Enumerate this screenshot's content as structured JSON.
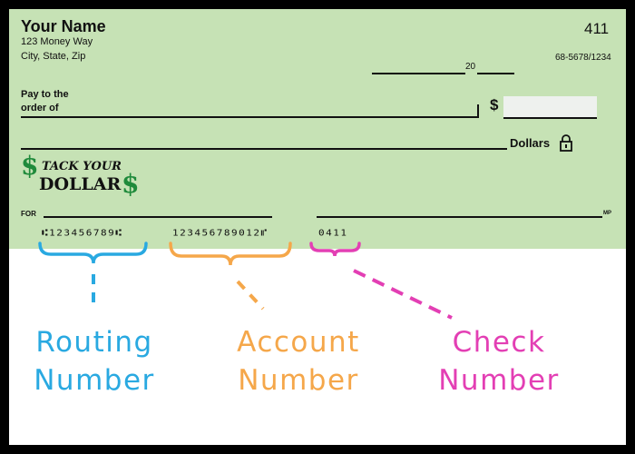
{
  "check": {
    "name": "Your Name",
    "address_line1": "123 Money Way",
    "address_line2": "City, State, Zip",
    "check_number": "411",
    "date_year_prefix": "20",
    "fraction_code": "68-5678/1234",
    "pay_to_line1": "Pay to the",
    "pay_to_line2": "order of",
    "dollar_sign": "$",
    "dollars_label": "Dollars",
    "lock_icon": "lock-icon",
    "memo_label": "FOR",
    "mp_label": "MP",
    "logo": {
      "dollar_sign": "$",
      "line1": "TACK YOUR",
      "line2": "DOLLAR"
    },
    "micr": {
      "routing": "⑆123456789⑆",
      "account": "123456789012⑈",
      "check": "0411"
    }
  },
  "labels": {
    "routing": [
      "Routing",
      "Number"
    ],
    "account": [
      "Account",
      "Number"
    ],
    "check": [
      "Check",
      "Number"
    ]
  },
  "colors": {
    "check_background": "#c6e2b5",
    "routing": "#29a9e1",
    "account": "#f5a74a",
    "check": "#e33fb4",
    "logo_green": "#1f8a3b"
  }
}
